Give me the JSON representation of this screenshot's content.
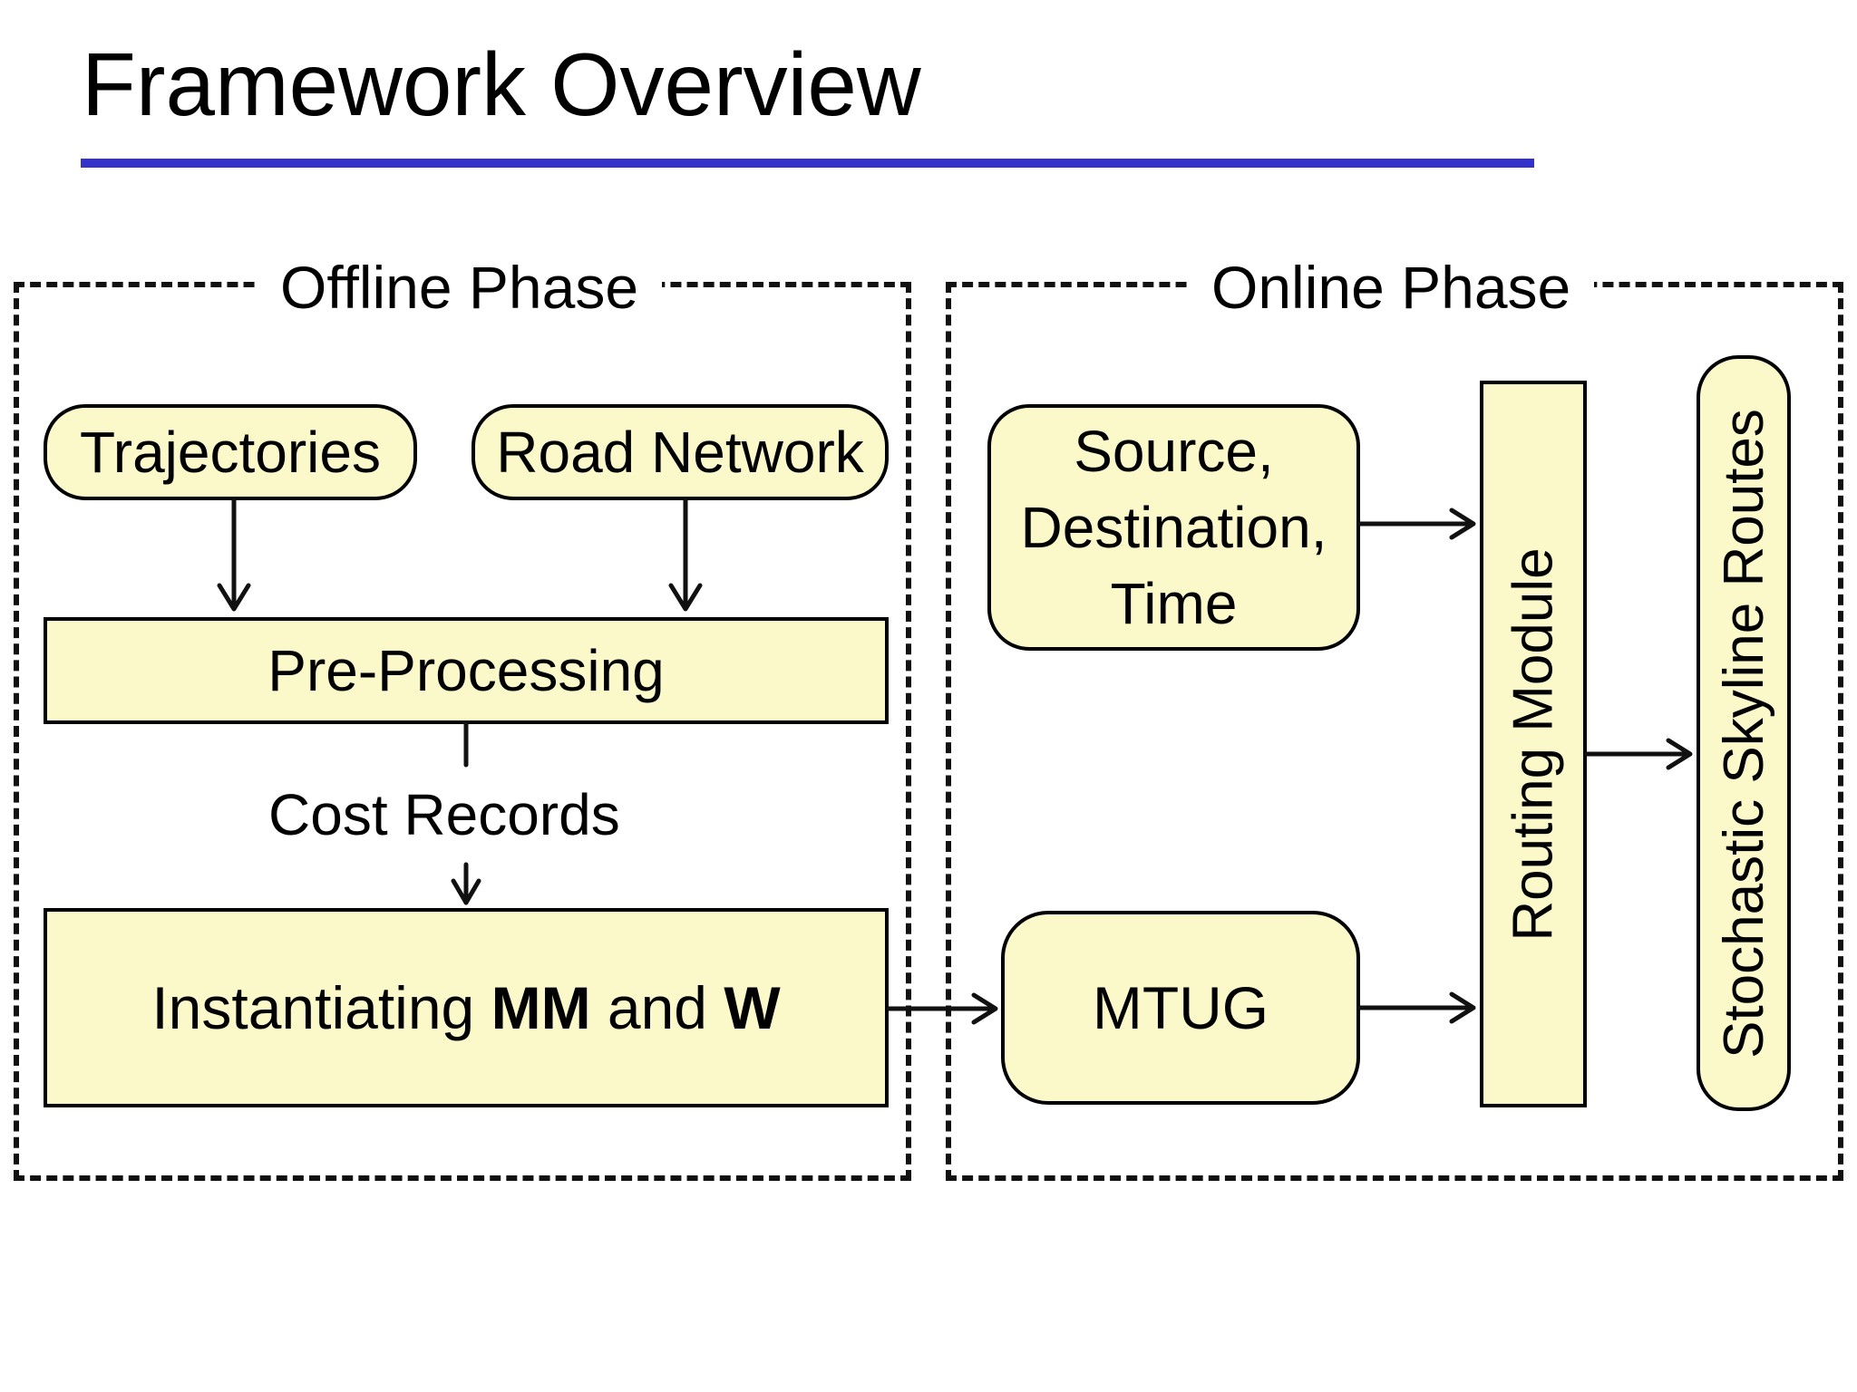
{
  "slide": {
    "title": "Framework Overview",
    "accent_color": "#3333cc",
    "box_fill": "#fbf8c9"
  },
  "offline": {
    "label": "Offline Phase",
    "trajectories": "Trajectories",
    "road_network": "Road Network",
    "pre_processing": "Pre-Processing",
    "cost_records": "Cost Records",
    "instantiating": {
      "prefix": "Instantiating ",
      "mm": "MM",
      "middle": " and ",
      "w": "W"
    }
  },
  "online": {
    "label": "Online Phase",
    "query_lines": [
      "Source,",
      "Destination,",
      "Time"
    ],
    "mtug": "MTUG",
    "routing_module": "Routing Module",
    "skyline_routes": "Stochastic Skyline Routes"
  }
}
